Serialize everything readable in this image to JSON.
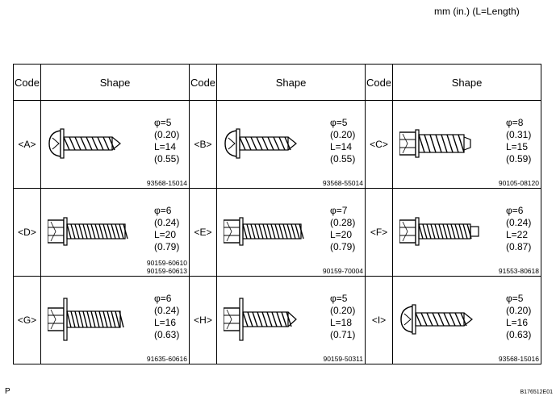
{
  "units_note": "mm (in.) (L=Length)",
  "headers": {
    "code": "Code",
    "shape": "Shape"
  },
  "items": [
    {
      "code": "<A>",
      "phi": "φ=5",
      "phi_in": "(0.20)",
      "len": "L=14",
      "len_in": "(0.55)",
      "parts": [
        "93568-15014"
      ],
      "icon": "pan-head-self-tapping-screw-icon"
    },
    {
      "code": "<B>",
      "phi": "φ=5",
      "phi_in": "(0.20)",
      "len": "L=14",
      "len_in": "(0.55)",
      "parts": [
        "93568-55014"
      ],
      "icon": "pan-head-self-tapping-screw-icon"
    },
    {
      "code": "<C>",
      "phi": "φ=8",
      "phi_in": "(0.31)",
      "len": "L=15",
      "len_in": "(0.59)",
      "parts": [
        "90105-08120"
      ],
      "icon": "hex-flange-tapping-bolt-icon"
    },
    {
      "code": "<D>",
      "phi": "φ=6",
      "phi_in": "(0.24)",
      "len": "L=20",
      "len_in": "(0.79)",
      "parts": [
        "90159-60610",
        "90159-60613"
      ],
      "icon": "hex-flange-bolt-icon"
    },
    {
      "code": "<E>",
      "phi": "φ=7",
      "phi_in": "(0.28)",
      "len": "L=20",
      "len_in": "(0.79)",
      "parts": [
        "90159-70004"
      ],
      "icon": "hex-flange-bolt-icon"
    },
    {
      "code": "<F>",
      "phi": "φ=6",
      "phi_in": "(0.24)",
      "len": "L=22",
      "len_in": "(0.87)",
      "parts": [
        "91553-80618"
      ],
      "icon": "hex-flange-pilot-bolt-icon"
    },
    {
      "code": "<G>",
      "phi": "φ=6",
      "phi_in": "(0.24)",
      "len": "L=16",
      "len_in": "(0.63)",
      "parts": [
        "91635-60616"
      ],
      "icon": "hex-washer-bolt-icon"
    },
    {
      "code": "<H>",
      "phi": "φ=5",
      "phi_in": "(0.20)",
      "len": "L=18",
      "len_in": "(0.71)",
      "parts": [
        "90159-50311"
      ],
      "icon": "hex-washer-tapping-screw-icon"
    },
    {
      "code": "<I>",
      "phi": "φ=5",
      "phi_in": "(0.20)",
      "len": "L=16",
      "len_in": "(0.63)",
      "parts": [
        "93568-15016"
      ],
      "icon": "pan-head-self-tapping-screw-icon"
    }
  ],
  "footer_left": "P",
  "footer_right": "B176512E01"
}
